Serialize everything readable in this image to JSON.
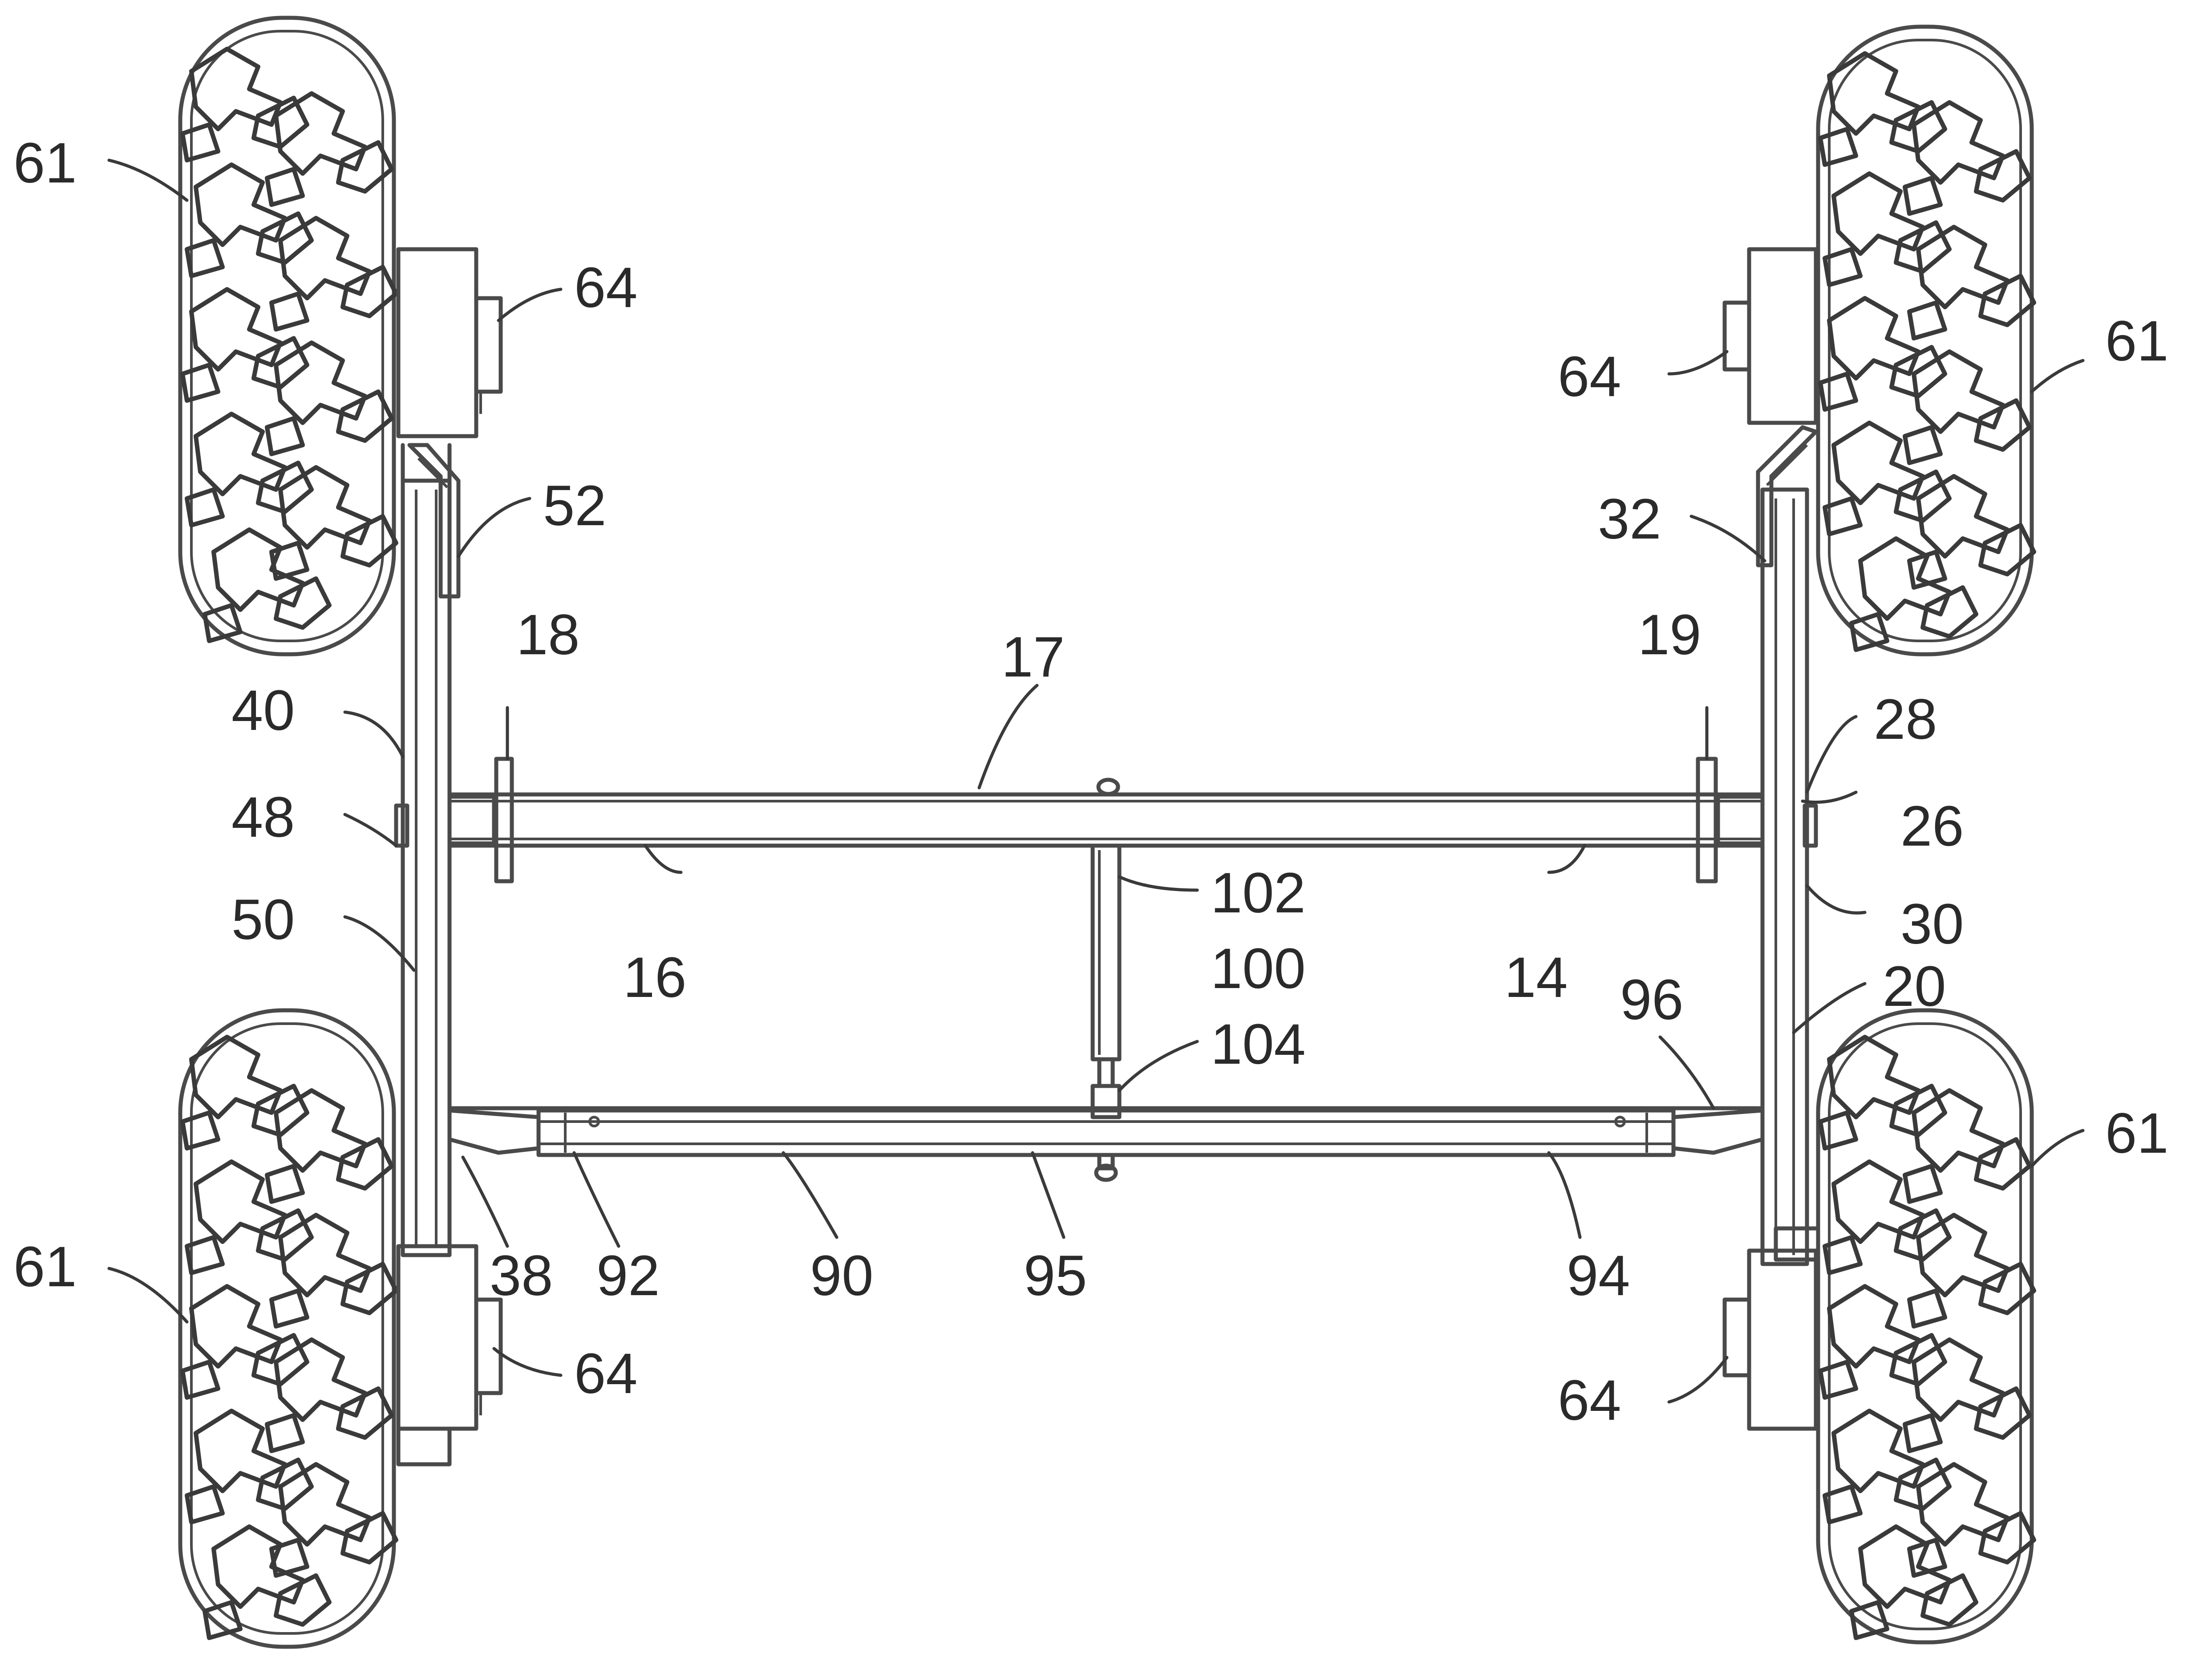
{
  "figure": {
    "callouts": {
      "tire_front_left": "61",
      "tire_front_right": "61",
      "tire_rear_left": "61",
      "tire_rear_right": "61",
      "motor_front_left": "64",
      "motor_front_right": "64",
      "motor_rear_left": "64",
      "motor_rear_right": "64",
      "bracket_left": "52",
      "bracket_right": "32",
      "mount_left": "18",
      "mount_right": "19",
      "main_axle_top": "17",
      "main_axle_left": "16",
      "main_axle_right": "14",
      "left_rail": "40",
      "left_pivot": "48",
      "left_rail_lower": "50",
      "right_rail": "28",
      "right_pivot": "26",
      "right_rail_mid": "30",
      "right_rail_lower": "20",
      "actuator_top": "102",
      "actuator": "100",
      "actuator_bottom": "104",
      "link_right": "96",
      "link_left": "38",
      "tie_bar_left": "92",
      "tie_bar": "90",
      "tie_bar_center": "95",
      "tie_bar_right": "94"
    }
  }
}
